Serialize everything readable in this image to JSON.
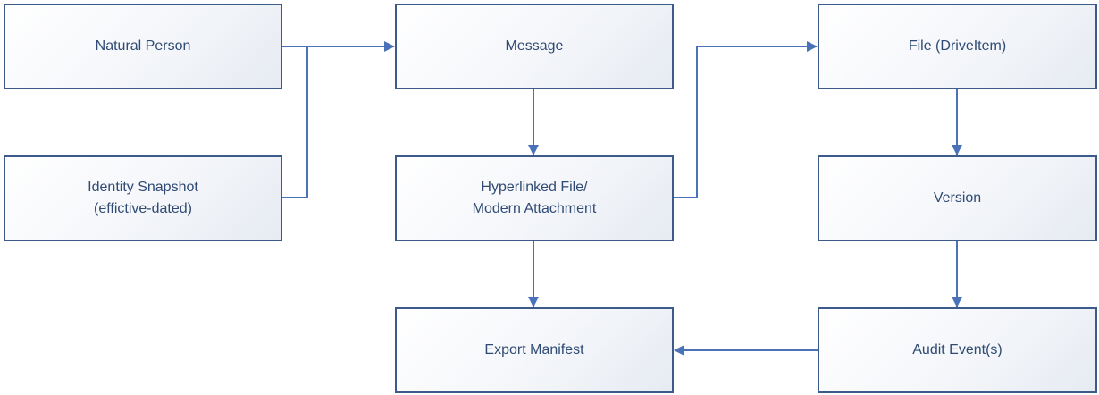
{
  "nodes": {
    "natural_person": {
      "lines": [
        "Natural Person"
      ]
    },
    "identity_snapshot": {
      "lines": [
        "Identity Snapshot",
        "(effictive-dated)"
      ]
    },
    "message": {
      "lines": [
        "Message"
      ]
    },
    "hyperlinked_file": {
      "lines": [
        "Hyperlinked File/",
        "Modern Attachment"
      ]
    },
    "export_manifest": {
      "lines": [
        "Export Manifest"
      ]
    },
    "file_driveitem": {
      "lines": [
        "File (DriveItem)"
      ]
    },
    "version": {
      "lines": [
        "Version"
      ]
    },
    "audit_events": {
      "lines": [
        "Audit Event(s)"
      ]
    }
  },
  "edges": [
    {
      "from": "Natural Person",
      "to": "Message"
    },
    {
      "from": "Identity Snapshot",
      "to": "Message"
    },
    {
      "from": "Message",
      "to": "Hyperlinked File/ Modern Attachment"
    },
    {
      "from": "Hyperlinked File/ Modern Attachment",
      "to": "File (DriveItem)"
    },
    {
      "from": "Hyperlinked File/ Modern Attachment",
      "to": "Export Manifest"
    },
    {
      "from": "File (DriveItem)",
      "to": "Version"
    },
    {
      "from": "Version",
      "to": "Audit Event(s)"
    },
    {
      "from": "Audit Event(s)",
      "to": "Export Manifest"
    }
  ],
  "colors": {
    "border": "#3c5a8a",
    "connector": "#4a72b8",
    "text": "#2f4a73"
  }
}
